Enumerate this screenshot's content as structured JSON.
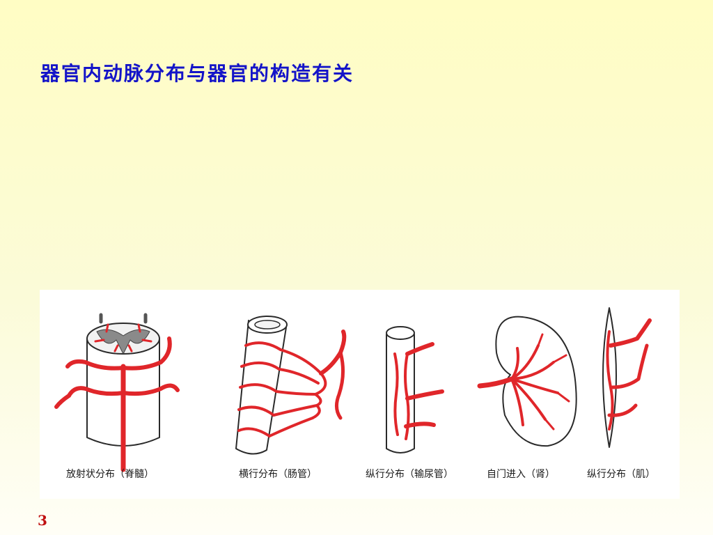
{
  "slide": {
    "title": "器官内动脉分布与器官的构造有关",
    "page_number": "3"
  },
  "figure": {
    "captions": [
      "放射状分布（脊髓）",
      "横行分布（肠管）",
      "纵行分布（输尿管）",
      "自门进入（肾）",
      "纵行分布（肌）"
    ],
    "colors": {
      "artery": "#e0262a",
      "outline": "#2a2a2a",
      "title": "#1414c8",
      "page_number": "#c01010"
    }
  }
}
